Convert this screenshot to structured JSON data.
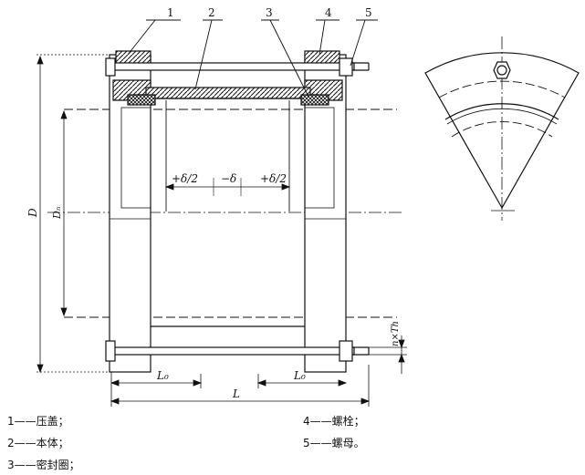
{
  "callouts": [
    "1",
    "2",
    "3",
    "4",
    "5"
  ],
  "dimensions": {
    "D": "D",
    "Dw": "Dₙ",
    "plus_delta_half_left": "+δ/2",
    "minus_delta": "−δ",
    "plus_delta_half_right": "+δ/2",
    "L0_left": "L₀",
    "L0_right": "L₀",
    "L": "L",
    "nxTh": "n×Th"
  },
  "legend": [
    {
      "text": "1——压盖；"
    },
    {
      "text": "2——本体；"
    },
    {
      "text": "3——密封圈；"
    },
    {
      "text": "4——螺栓；"
    },
    {
      "text": "5——螺母。"
    }
  ]
}
